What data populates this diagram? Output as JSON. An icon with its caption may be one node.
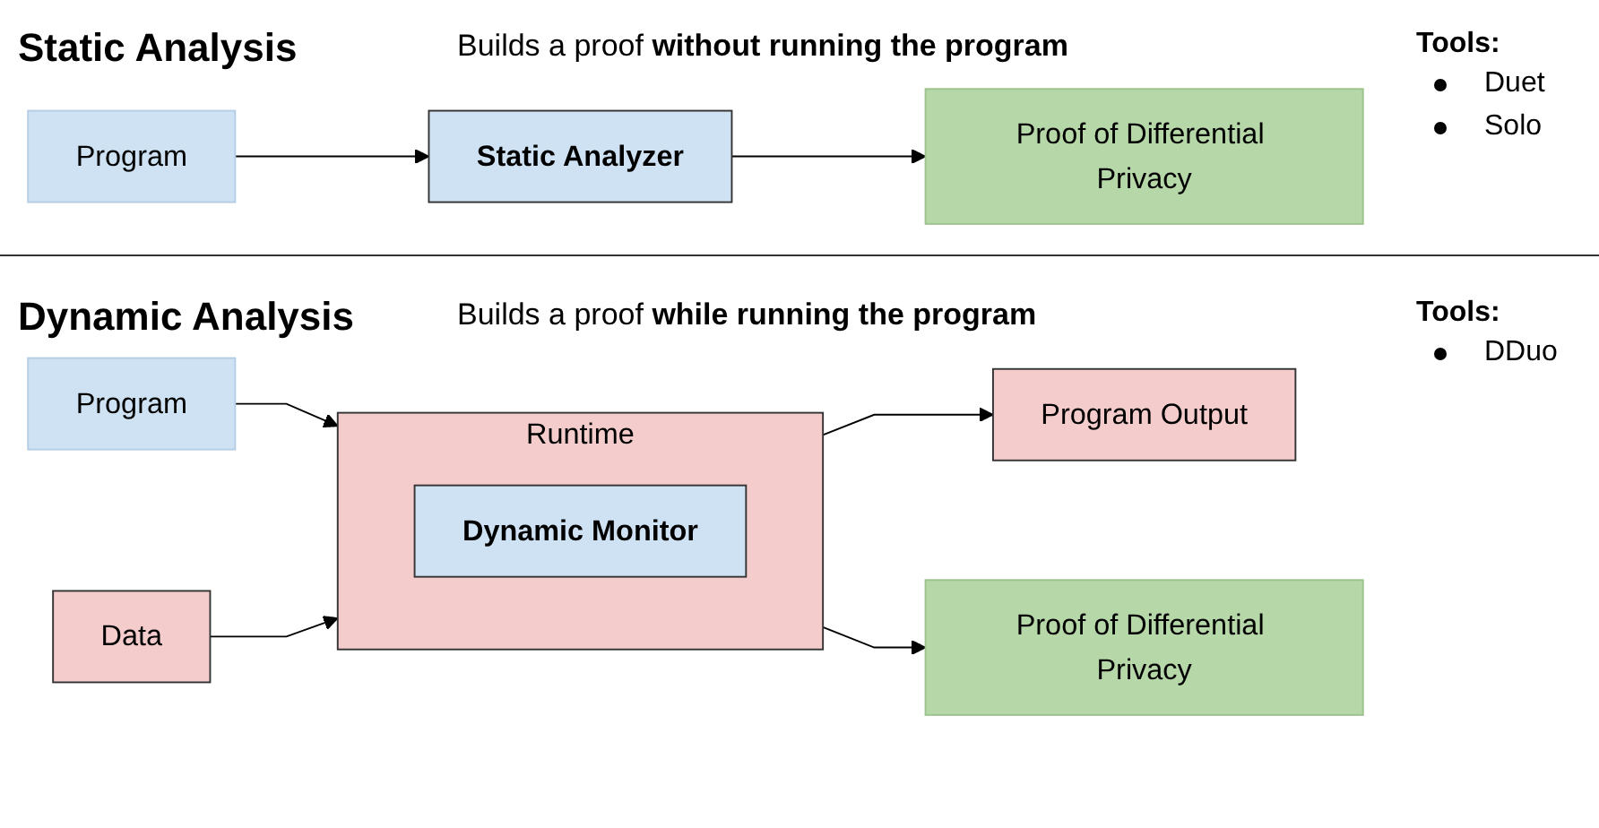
{
  "diagram": {
    "nodes": [
      {
        "text": [
          "Program"
        ]
      },
      {
        "text": [
          "Static Analyzer"
        ]
      },
      {
        "text": [
          "Proof of Differential Privacy"
        ]
      },
      {
        "text": [
          "Program"
        ]
      },
      {
        "text": [
          "Data"
        ]
      },
      {
        "text": [
          "Runtime"
        ]
      },
      {
        "text": [
          "Dynamic Monitor"
        ],
        "in": 5
      },
      {
        "text": [
          "Program Output"
        ]
      },
      {
        "text": [
          "Proof of Differential Privacy"
        ]
      }
    ],
    "edges": [
      {
        "from": 0,
        "to": 1,
        "arrow": "to"
      },
      {
        "from": 1,
        "to": 2,
        "arrow": "to"
      },
      {
        "from": 3,
        "to": 5,
        "arrow": "to"
      },
      {
        "from": 4,
        "to": 5,
        "arrow": "to"
      },
      {
        "from": 5,
        "to": 7,
        "arrow": "to"
      },
      {
        "from": 5,
        "to": 8,
        "arrow": "to"
      }
    ],
    "labels": [
      "Static Analysis",
      "Builds a proof **without running the program**",
      "Tools:",
      "Duet",
      "Solo",
      "Dynamic Analysis",
      "Builds a proof **while running the program**",
      "Tools:",
      "DDuo"
    ]
  }
}
